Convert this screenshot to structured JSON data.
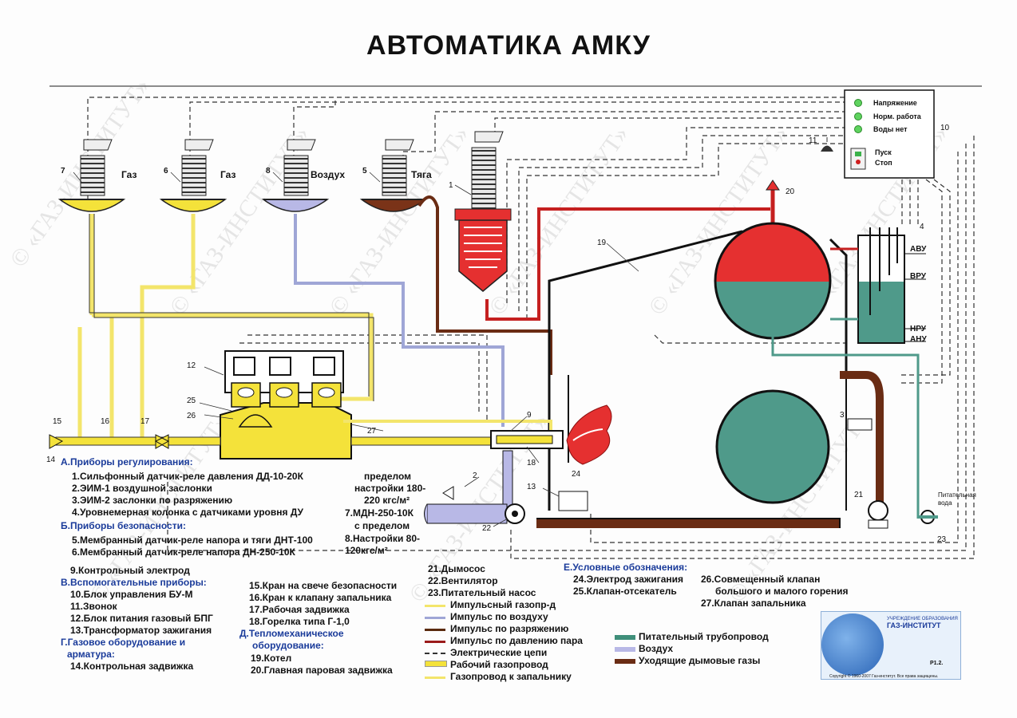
{
  "title": "АВТОМАТИКА АМКУ",
  "sensors": {
    "s7": {
      "num": "7",
      "label": "Газ"
    },
    "s6": {
      "num": "6",
      "label": "Газ"
    },
    "s8": {
      "num": "8",
      "label": "Воздух"
    },
    "s5": {
      "num": "5",
      "label": "Тяга"
    }
  },
  "callouts": [
    "1",
    "2",
    "3",
    "4",
    "9",
    "10",
    "11",
    "12",
    "13",
    "14",
    "15",
    "16",
    "17",
    "18",
    "19",
    "20",
    "21",
    "22",
    "23",
    "24",
    "25",
    "26",
    "27"
  ],
  "panel": {
    "voltage": "Напряжение",
    "normal": "Норм. работа",
    "no_water": "Воды нет",
    "start": "Пуск",
    "stop": "Стоп"
  },
  "levels": {
    "avu": "АВУ",
    "vru": "ВРУ",
    "nru": "НРУ",
    "anu": "АНУ"
  },
  "feed_water": "Питательная вода",
  "legend_a": {
    "header": "А.Приборы регулирования:",
    "items": [
      "1.Сильфонный датчик-реле давления ДД-10-20К",
      "2.ЭИМ-1 воздушной заслонки",
      "3.ЭИМ-2 заслонки по разряжению",
      "4.Уровнемерная колонка с датчиками уровня ДУ"
    ],
    "range_lines": [
      "пределом",
      "настройки 180-",
      "220 кгс/м²",
      "7.МДН-250-10К",
      "с пределом",
      "8.Настройки 80-",
      "120кгс/м²"
    ]
  },
  "legend_b": {
    "header": "Б.Приборы безопасности:",
    "items": [
      "5.Мембранный датчик-реле напора и тяги ДНТ-100",
      "6.Мембранный датчик-реле напора ДН-250-10К",
      "9.Контрольный электрод"
    ]
  },
  "legend_v": {
    "header": "В.Вспомогательные приборы:",
    "items": [
      "10.Блок управления БУ-М",
      "11.Звонок",
      "12.Блок питания газовый БПГ",
      "13.Трансформатор зажигания"
    ]
  },
  "legend_g": {
    "header": "Г.Газовое оборудование и арматура:",
    "header_lines": [
      "Г.Газовое оборудование и",
      "арматура:"
    ],
    "items": [
      "14.Контрольная задвижка",
      "15.Кран на свече безопасности",
      "16.Кран к клапану запальника",
      "17.Рабочая задвижка",
      "18.Горелка типа Г-1,0"
    ]
  },
  "legend_d": {
    "header": "Д.Тепломеханическое оборудование:",
    "header_lines": [
      "Д.Тепломеханическое",
      "оборудование:"
    ],
    "items": [
      "19.Котел",
      "20.Главная паровая задвижка",
      "21.Дымосос",
      "22.Вентилятор",
      "23.Питательный насос"
    ]
  },
  "legend_e": {
    "header": "Е.Условные обозначения:",
    "items": [
      "24.Электрод зажигания",
      "25.Клапан-отсекатель",
      "26.Совмещенный клапан",
      "большого и малого горения",
      "27.Клапан запальника"
    ]
  },
  "line_legend": [
    {
      "label": "Импульсный газопр-д",
      "color": "#f3e56b",
      "style": "line"
    },
    {
      "label": "Импульс по воздуху",
      "color": "#9fa6d6",
      "style": "line"
    },
    {
      "label": "Импульс по разряжению",
      "color": "#5a2a0e",
      "style": "line"
    },
    {
      "label": "Импульс по давлению пара",
      "color": "#9b1b1b",
      "style": "line"
    },
    {
      "label": "Электрические цепи",
      "color": "#333333",
      "style": "dash"
    },
    {
      "label": "Рабочий газопровод",
      "color": "#f4e23a",
      "style": "band"
    },
    {
      "label": "Газопровод к запальнику",
      "color": "#f3e56b",
      "style": "line"
    }
  ],
  "flow_legend": [
    {
      "label": "Питательный трубопровод",
      "color": "#3f8f7a"
    },
    {
      "label": "Воздух",
      "color": "#b8b8e6"
    },
    {
      "label": "Уходящие дымовые газы",
      "color": "#6a2c14"
    }
  ],
  "badge": {
    "org": "УЧРЕЖДЕНИЕ ОБРАЗОВАНИЯ",
    "name": "ГАЗ-ИНСТИТУТ",
    "code": "Р1.2.",
    "copyright": "Copyright © 1960-2007 Газ-институт. Все права защищены."
  },
  "watermark": "© «ГАЗ-ИНСТИТУТ»",
  "colors": {
    "gas": "#f4e23a",
    "air": "#b8b8e6",
    "steam": "#e53030",
    "water": "#4f9a8a",
    "flue": "#6a2c14",
    "frame": "#111111"
  }
}
